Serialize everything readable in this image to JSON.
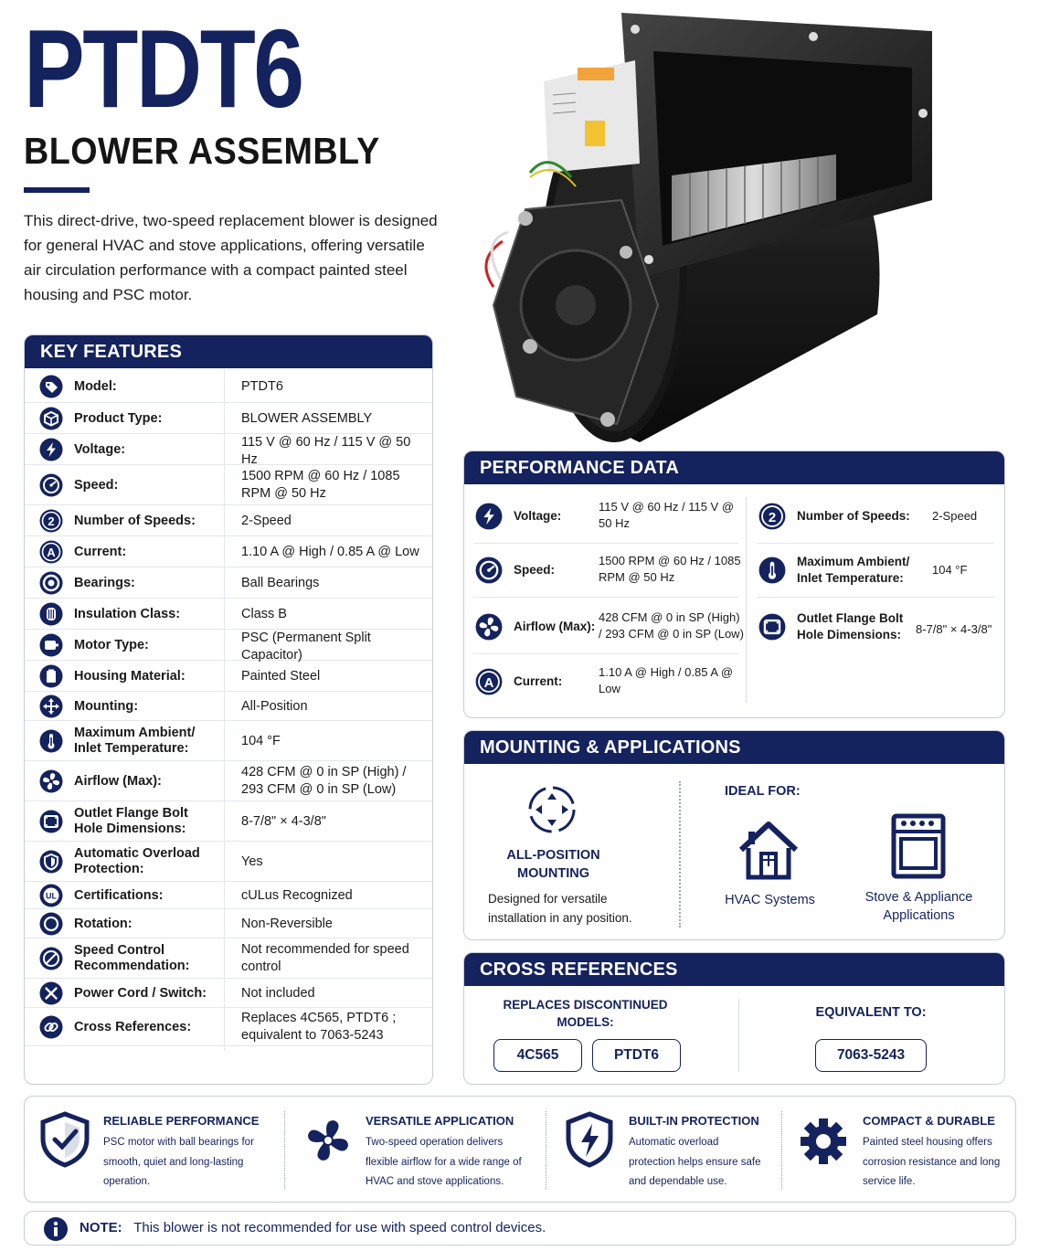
{
  "header": {
    "title": "PTDT6",
    "subtitle": "BLOWER ASSEMBLY",
    "intro": "This direct-drive, two-speed replacement blower is designed for general HVAC and stove applications, offering versatile air circulation performance with a compact painted steel housing and PSC motor."
  },
  "key_features": {
    "title": "KEY FEATURES",
    "rows": [
      {
        "icon": "tag-icon",
        "label": "Model:",
        "value": "PTDT6"
      },
      {
        "icon": "box-icon",
        "label": "Product Type:",
        "value": "BLOWER ASSEMBLY"
      },
      {
        "icon": "bolt-icon",
        "label": "Voltage:",
        "value": "115 V @ 60 Hz / 115 V @ 50 Hz"
      },
      {
        "icon": "gauge-icon",
        "label": "Speed:",
        "value": "1500 RPM @ 60 Hz / 1085 RPM @ 50 Hz"
      },
      {
        "icon": "number-2-icon",
        "label": "Number of Speeds:",
        "value": "2-Speed"
      },
      {
        "icon": "letter-a-icon",
        "label": "Current:",
        "value": "1.10 A @ High / 0.85 A @ Low"
      },
      {
        "icon": "bearing-icon",
        "label": "Bearings:",
        "value": "Ball Bearings"
      },
      {
        "icon": "insulation-icon",
        "label": "Insulation Class:",
        "value": "Class B"
      },
      {
        "icon": "motor-icon",
        "label": "Motor Type:",
        "value": "PSC (Permanent Split Capacitor)"
      },
      {
        "icon": "housing-icon",
        "label": "Housing Material:",
        "value": "Painted Steel"
      },
      {
        "icon": "arrows-icon",
        "label": "Mounting:",
        "value": "All-Position"
      },
      {
        "icon": "thermometer-icon",
        "label": "Maximum Ambient/ Inlet Temperature:",
        "value": "104 °F"
      },
      {
        "icon": "fan-icon",
        "label": "Airflow (Max):",
        "value": "428 CFM @ 0 in SP (High) / 293 CFM @ 0 in SP (Low)"
      },
      {
        "icon": "flange-icon",
        "label": "Outlet Flange Bolt Hole Dimensions:",
        "value": "8-7/8\" × 4-3/8\""
      },
      {
        "icon": "shield-icon",
        "label": "Automatic Overload Protection:",
        "value": "Yes"
      },
      {
        "icon": "ul-icon",
        "label": "Certifications:",
        "value": "cULus Recognized"
      },
      {
        "icon": "rotation-icon",
        "label": "Rotation:",
        "value": "Non-Reversible"
      },
      {
        "icon": "no-speed-control-icon",
        "label": "Speed Control Recommendation:",
        "value": "Not recommended for speed control"
      },
      {
        "icon": "cross-tools-icon",
        "label": "Power Cord / Switch:",
        "value": "Not included"
      },
      {
        "icon": "link-icon",
        "label": "Cross References:",
        "value": "Replaces 4C565, PTDT6 ; equivalent to 7063-5243"
      }
    ]
  },
  "performance": {
    "title": "PERFORMANCE DATA",
    "left": [
      {
        "icon": "bolt-icon",
        "label": "Voltage:",
        "value": "115 V @ 60 Hz / 115 V @ 50 Hz"
      },
      {
        "icon": "gauge-icon",
        "label": "Speed:",
        "value": "1500 RPM @ 60 Hz / 1085 RPM @ 50 Hz"
      },
      {
        "icon": "fan-icon",
        "label": "Airflow (Max):",
        "value": "428 CFM @ 0 in SP (High) / 293 CFM @ 0 in SP (Low)"
      },
      {
        "icon": "letter-a-icon",
        "label": "Current:",
        "value": "1.10 A @ High / 0.85 A @ Low"
      }
    ],
    "right": [
      {
        "icon": "number-2-icon",
        "label": "Number of Speeds:",
        "value": "2-Speed"
      },
      {
        "icon": "thermometer-icon",
        "label": "Maximum Ambient/ Inlet Temperature:",
        "value": "104 °F"
      },
      {
        "icon": "flange-icon",
        "label": "Outlet Flange Bolt Hole Dimensions:",
        "value": "8-7/8\" × 4-3/8\""
      }
    ]
  },
  "mounting": {
    "title": "MOUNTING & APPLICATIONS",
    "all_position_title": "ALL-POSITION MOUNTING",
    "all_position_desc": "Designed for versatile installation in any position.",
    "ideal_for": "IDEAL FOR:",
    "hvac": "HVAC Systems",
    "stove": "Stove & Appliance Applications"
  },
  "cross_references": {
    "title": "CROSS REFERENCES",
    "replaces_label": "REPLACES DISCONTINUED MODELS:",
    "replaces": [
      "4C565",
      "PTDT6"
    ],
    "equivalent_label": "EQUIVALENT TO:",
    "equivalent": [
      "7063-5243"
    ]
  },
  "benefits": [
    {
      "icon": "shield-check-icon",
      "title": "RELIABLE PERFORMANCE",
      "desc": "PSC motor with ball bearings for smooth, quiet and long-lasting operation."
    },
    {
      "icon": "fan-icon",
      "title": "VERSATILE APPLICATION",
      "desc": "Two-speed operation delivers flexible airflow for a wide range of HVAC and stove applications."
    },
    {
      "icon": "shield-bolt-icon",
      "title": "BUILT-IN PROTECTION",
      "desc": "Automatic overload protection helps ensure safe and dependable use."
    },
    {
      "icon": "gear-icon",
      "title": "COMPACT & DURABLE",
      "desc": "Painted steel housing offers corrosion resistance and long service life."
    }
  ],
  "note": {
    "label": "NOTE:",
    "text": "This blower is not recommended for use with speed control devices."
  },
  "colors": {
    "navy": "#14225e",
    "border": "#c7cde0"
  }
}
